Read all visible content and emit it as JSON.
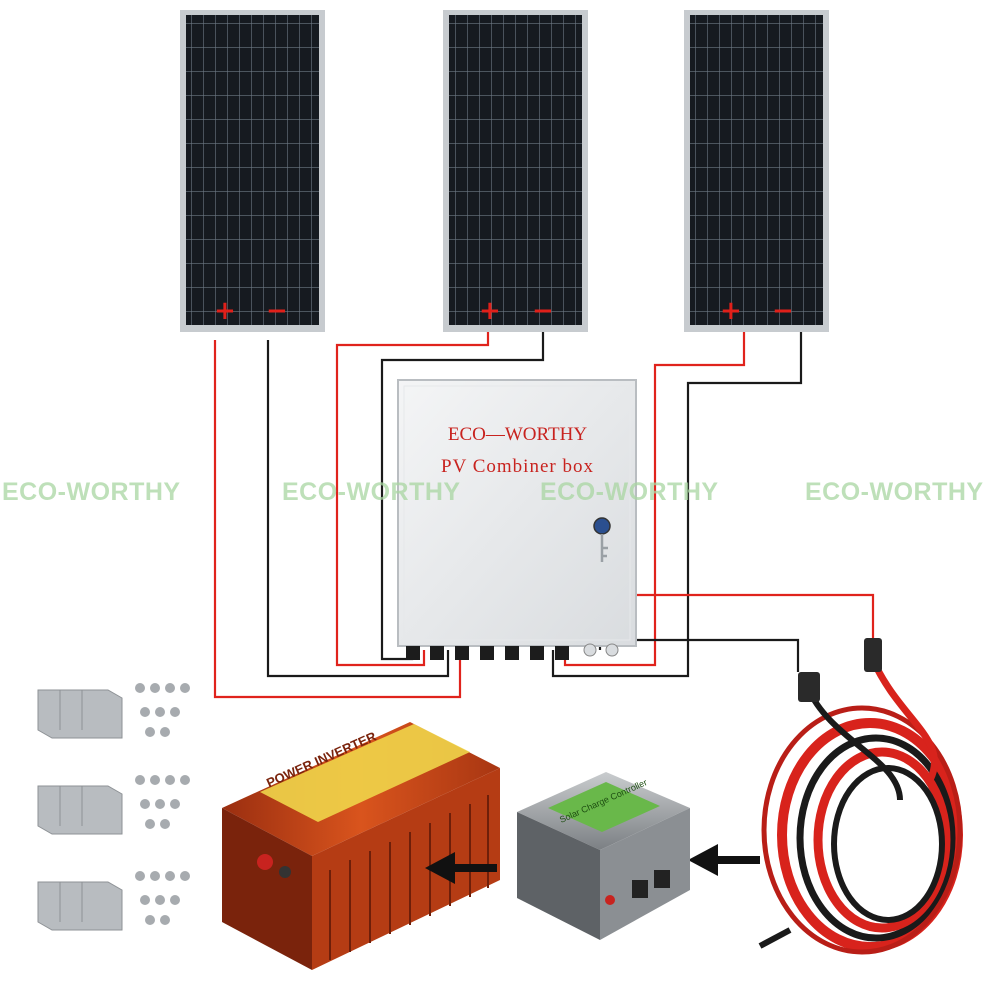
{
  "product": {
    "combiner_box": {
      "brand": "ECO—WORTHY",
      "label": "PV Combiner box"
    },
    "watermarks": [
      "ECO-WORTHY",
      "ECO-WORTHY",
      "ECO-WORTHY",
      "ECO-WORTHY"
    ],
    "panels": [
      {
        "plus": "+",
        "minus": "−"
      },
      {
        "plus": "+",
        "minus": "−"
      },
      {
        "plus": "+",
        "minus": "−"
      }
    ],
    "inverter": {
      "label": "POWER INVERTER"
    },
    "controller": {
      "label": "Solar Charge Controller"
    },
    "arrows": [
      "←",
      "←"
    ],
    "colors": {
      "positive_wire": "#e0231c",
      "negative_wire": "#1a1a1a",
      "inverter_body": "#c8421a",
      "watermark": "#a9d6a2",
      "brand_text": "#c8231f"
    },
    "icons": [
      "solar-panel-icon",
      "combiner-box-icon",
      "mounting-bracket-icon",
      "inverter-icon",
      "charge-controller-icon",
      "cable-coil-icon"
    ]
  }
}
